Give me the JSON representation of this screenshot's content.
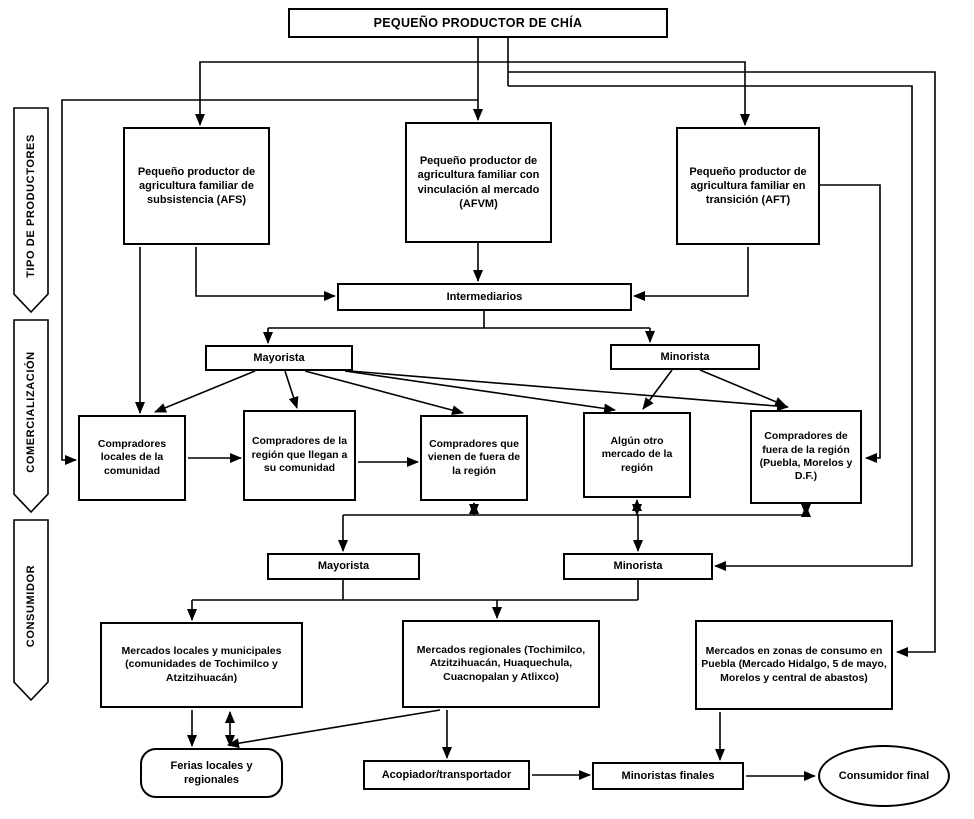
{
  "bands": [
    {
      "label": "TIPO DE PRODUCTORES"
    },
    {
      "label": "COMERCIALIZACIÓN"
    },
    {
      "label": "CONSUMIDOR"
    }
  ],
  "nodes": {
    "root": "PEQUEÑO PRODUCTOR DE CHÍA",
    "afs": "Pequeño productor de agricultura familiar de subsistencia (AFS)",
    "afvm": "Pequeño productor de agricultura familiar con vinculación al mercado (AFVM)",
    "aft": "Pequeño productor de agricultura familiar en transición (AFT)",
    "intermediarios": "Intermediarios",
    "mayorista_comercializacion": "Mayorista",
    "minorista_comercializacion": "Minorista",
    "compradores_locales": "Compradores locales de la comunidad",
    "compradores_region_llegan": "Compradores de la región que llegan a su comunidad",
    "compradores_fuera_vienen": "Compradores que vienen de fuera de la región",
    "algun_otro_mercado": "Algún otro mercado de la región",
    "compradores_fuera_region": "Compradores de fuera de la región (Puebla, Morelos y D.F.)",
    "mayorista_consumidor": "Mayorista",
    "minorista_consumidor": "Minorista",
    "mercados_locales": "Mercados locales y municipales (comunidades de Tochimilco y Atzitzihuacán)",
    "mercados_regionales": "Mercados regionales (Tochimilco, Atzitzihuacán, Huaquechula, Cuacnopalan y Atlixco)",
    "mercados_puebla": "Mercados en zonas de consumo en Puebla (Mercado Hidalgo, 5 de mayo, Morelos y central de abastos)",
    "ferias": "Ferias locales y regionales",
    "acopiador": "Acopiador/transportador",
    "minoristas_finales": "Minoristas finales",
    "consumidor_final": "Consumidor final"
  },
  "edges": [
    {
      "from": "root",
      "to": "afvm"
    },
    {
      "from": "root",
      "to": "afs"
    },
    {
      "from": "root",
      "to": "aft"
    },
    {
      "from": "root",
      "to": "compradores_locales"
    },
    {
      "from": "root",
      "to": "mercados_puebla"
    },
    {
      "from": "root",
      "to": "minorista_consumidor"
    },
    {
      "from": "afvm",
      "to": "intermediarios"
    },
    {
      "from": "afs",
      "to": "intermediarios"
    },
    {
      "from": "aft",
      "to": "intermediarios"
    },
    {
      "from": "afs",
      "to": "compradores_locales"
    },
    {
      "from": "aft",
      "to": "compradores_fuera_region"
    },
    {
      "from": "intermediarios",
      "to": "mayorista_comercializacion"
    },
    {
      "from": "intermediarios",
      "to": "minorista_comercializacion"
    },
    {
      "from": "mayorista_comercializacion",
      "to": "compradores_locales"
    },
    {
      "from": "mayorista_comercializacion",
      "to": "compradores_region_llegan"
    },
    {
      "from": "mayorista_comercializacion",
      "to": "compradores_fuera_vienen"
    },
    {
      "from": "mayorista_comercializacion",
      "to": "algun_otro_mercado"
    },
    {
      "from": "mayorista_comercializacion",
      "to": "compradores_fuera_region"
    },
    {
      "from": "minorista_comercializacion",
      "to": "algun_otro_mercado"
    },
    {
      "from": "minorista_comercializacion",
      "to": "compradores_fuera_region"
    },
    {
      "from": "compradores_locales",
      "to": "compradores_region_llegan"
    },
    {
      "from": "compradores_region_llegan",
      "to": "compradores_fuera_vienen"
    },
    {
      "from": "compradores_fuera_vienen",
      "to": "mayorista_consumidor",
      "bidirectional": true
    },
    {
      "from": "algun_otro_mercado",
      "to": "minorista_consumidor",
      "bidirectional": true
    },
    {
      "from": "compradores_fuera_region",
      "to": "minorista_consumidor",
      "bidirectional": true
    },
    {
      "from": "mayorista_consumidor",
      "to": "mercados_locales"
    },
    {
      "from": "mayorista_consumidor",
      "to": "mercados_regionales"
    },
    {
      "from": "minorista_consumidor",
      "to": "mercados_regionales"
    },
    {
      "from": "mercados_locales",
      "to": "ferias",
      "bidirectional": true
    },
    {
      "from": "mercados_regionales",
      "to": "ferias"
    },
    {
      "from": "mercados_regionales",
      "to": "acopiador"
    },
    {
      "from": "mercados_puebla",
      "to": "minoristas_finales"
    },
    {
      "from": "acopiador",
      "to": "minoristas_finales"
    },
    {
      "from": "minoristas_finales",
      "to": "consumidor_final"
    }
  ],
  "colors": {
    "line": "#000000",
    "box_background": "#ffffff",
    "text": "#000000"
  }
}
